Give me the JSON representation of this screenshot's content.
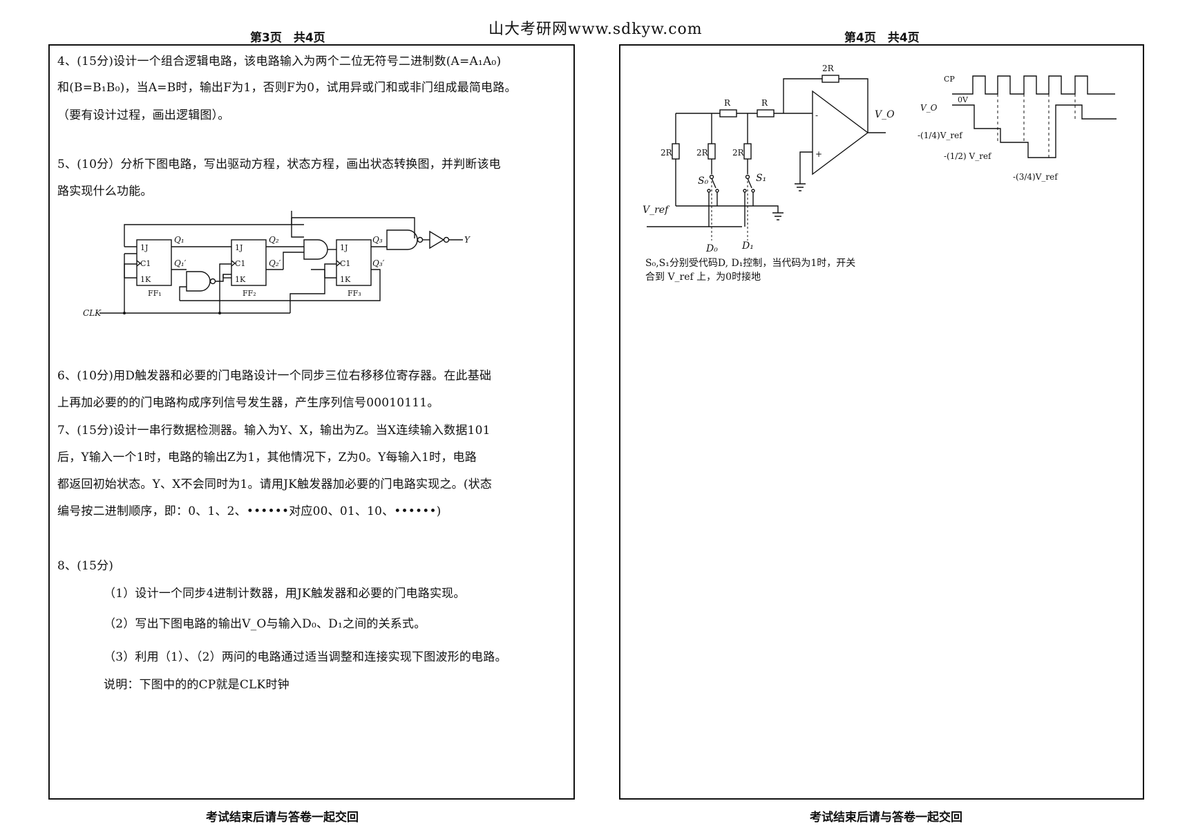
{
  "header": {
    "site_title": "山大考研网www.sdkyw.com",
    "left_page": "第3页　共4页",
    "right_page": "第4页　共4页"
  },
  "left_panel": {
    "q4": {
      "line1": "4、(15分)设计一个组合逻辑电路，该电路输入为两个二位无符号二进制数(A=A₁A₀)",
      "line2": "和(B=B₁B₀)，当A=B时，输出F为1，否则F为0，试用异或门和或非门组成最简电路。",
      "line3": "（要有设计过程，画出逻辑图）。"
    },
    "q5": {
      "line1": "5、(10分）分析下图电路，写出驱动方程，状态方程，画出状态转换图，并判断该电",
      "line2": "路实现什么功能。"
    },
    "circuit5": {
      "q1": "Q₁",
      "q2": "Q₂",
      "q3": "Q₃",
      "q1n": "Q₁′",
      "q2n": "Q₂′",
      "q3n": "Q₃′",
      "j": "1J",
      "c": "C1",
      "k": "1K",
      "ff1": "FF₁",
      "ff2": "FF₂",
      "ff3": "FF₃",
      "clk": "CLK",
      "y": "Y"
    },
    "q6": {
      "line1": "6、(10分)用D触发器和必要的门电路设计一个同步三位右移移位寄存器。在此基础",
      "line2": "上再加必要的的门电路构成序列信号发生器，产生序列信号00010111。"
    },
    "q7": {
      "line1": "7、(15分)设计一串行数据检测器。输入为Y、X，输出为Z。当X连续输入数据101",
      "line2": "后，Y输入一个1时，电路的输出Z为1，其他情况下，Z为0。Y每输入1时，电路",
      "line3": "都返回初始状态。Y、X不会同时为1。请用JK触发器加必要的门电路实现之。(状态",
      "line4": "编号按二进制顺序，即：0、1、2、••••••对应00、01、10、••••••)"
    },
    "q8": {
      "title": "8、(15分)",
      "p1": "（1）设计一个同步4进制计数器，用JK触发器和必要的门电路实现。",
      "p2": "（2）写出下图电路的输出V_O与输入D₀、D₁之间的关系式。",
      "p3": "（3）利用（1）、（2）两问的电路通过适当调整和连接实现下图波形的电路。",
      "p4": "说明：下图中的的CP就是CLK时钟"
    },
    "footer": "考试结束后请与答卷一起交回"
  },
  "right_panel": {
    "dac": {
      "r_feedback": "2R",
      "r1": "R",
      "r2": "R",
      "r_left": "2R",
      "r_s0": "2R",
      "r_s1": "2R",
      "s0": "S₀",
      "s1": "S₁",
      "d0": "D₀",
      "d1": "D₁",
      "vref": "V_ref",
      "vo": "V_O",
      "minus": "-",
      "plus": "+"
    },
    "note_line1": "S₀,S₁分别受代码D, D₁控制，当代码为1时，开关",
    "note_line2": "合到 V_ref 上，为0时接地",
    "wave": {
      "cp": "CP",
      "vo": "V_O",
      "ov": "0V",
      "l1": "-(1/4)V_ref",
      "l2": "-(1/2) V_ref",
      "l3": "-(3/4)V_ref"
    },
    "footer": "考试结束后请与答卷一起交回"
  }
}
